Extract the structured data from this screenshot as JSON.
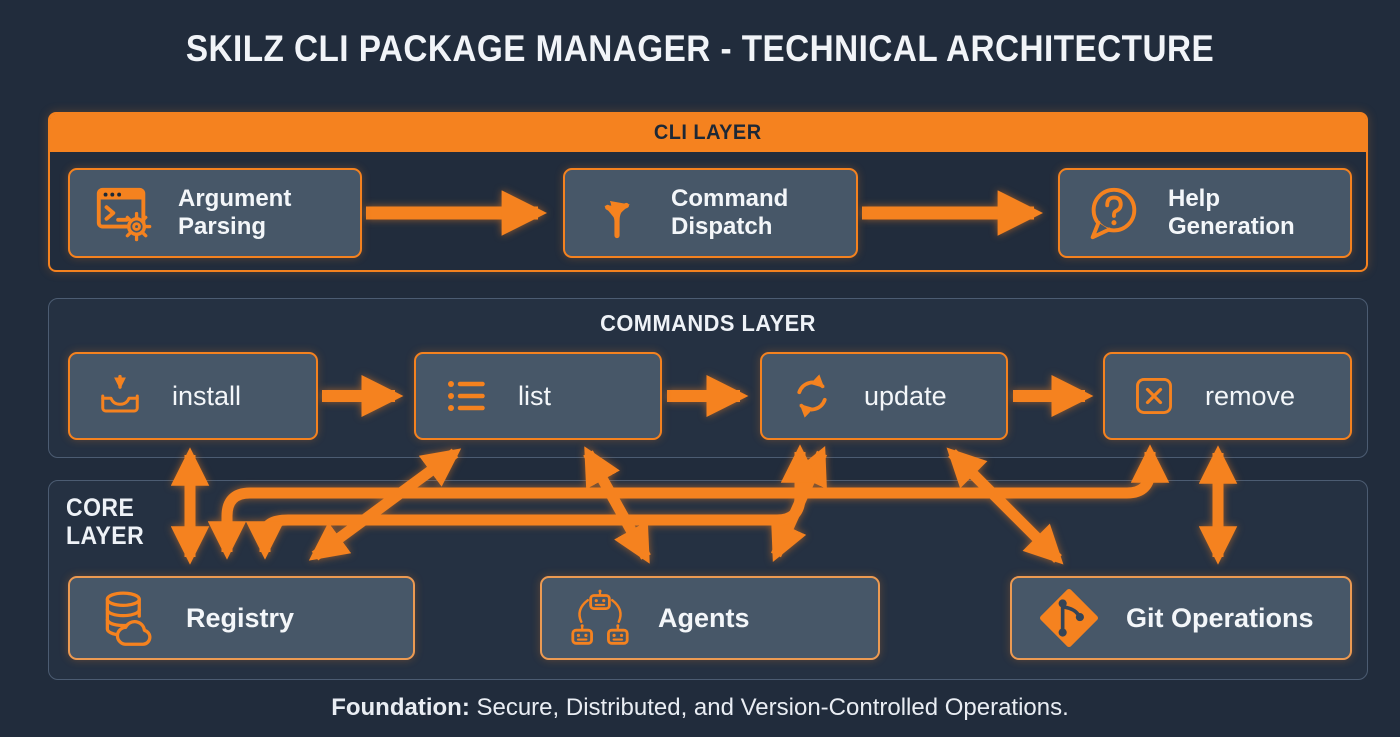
{
  "title": "SKILZ CLI PACKAGE MANAGER - TECHNICAL ARCHITECTURE",
  "colors": {
    "background": "#212c3c",
    "accent_orange": "#f5821f",
    "node_fill": "#475768",
    "panel_border": "#4c5c72",
    "text": "#f1f4f8",
    "header_text_dark": "#1d2836"
  },
  "cli_layer": {
    "header": "CLI LAYER",
    "boxes": [
      {
        "label": "Argument Parsing",
        "icon": "terminal-gear-icon"
      },
      {
        "label": "Command Dispatch",
        "icon": "branch-arrows-icon"
      },
      {
        "label": "Help Generation",
        "icon": "question-bubble-icon"
      }
    ]
  },
  "commands_layer": {
    "header": "COMMANDS LAYER",
    "boxes": [
      {
        "label": "install",
        "icon": "inbox-download-icon"
      },
      {
        "label": "list",
        "icon": "bullet-list-icon"
      },
      {
        "label": "update",
        "icon": "sync-arrows-icon"
      },
      {
        "label": "remove",
        "icon": "x-square-icon"
      }
    ]
  },
  "core_layer": {
    "header_line1": "CORE",
    "header_line2": "LAYER",
    "boxes": [
      {
        "label": "Registry",
        "icon": "database-cloud-icon"
      },
      {
        "label": "Agents",
        "icon": "robot-network-icon"
      },
      {
        "label": "Git Operations",
        "icon": "git-branch-icon"
      }
    ]
  },
  "connections": [
    {
      "from": "Argument Parsing",
      "to": "Command Dispatch",
      "style": "single"
    },
    {
      "from": "Command Dispatch",
      "to": "Help Generation",
      "style": "single"
    },
    {
      "from": "install",
      "to": "list",
      "style": "single"
    },
    {
      "from": "list",
      "to": "update",
      "style": "single"
    },
    {
      "from": "update",
      "to": "remove",
      "style": "single"
    },
    {
      "from": "install",
      "to": "Registry",
      "style": "bidirectional"
    },
    {
      "from": "list",
      "to": "Registry",
      "style": "bidirectional"
    },
    {
      "from": "list",
      "to": "Agents",
      "style": "bidirectional"
    },
    {
      "from": "update",
      "to": "Agents",
      "style": "bidirectional"
    },
    {
      "from": "update",
      "to": "Registry",
      "style": "bidirectional-elbow"
    },
    {
      "from": "update",
      "to": "Git Operations",
      "style": "bidirectional"
    },
    {
      "from": "remove",
      "to": "Registry",
      "style": "bidirectional-elbow"
    },
    {
      "from": "remove",
      "to": "Git Operations",
      "style": "bidirectional"
    }
  ],
  "footer": {
    "lead": "Foundation:",
    "rest": " Secure, Distributed, and Version-Controlled Operations."
  }
}
